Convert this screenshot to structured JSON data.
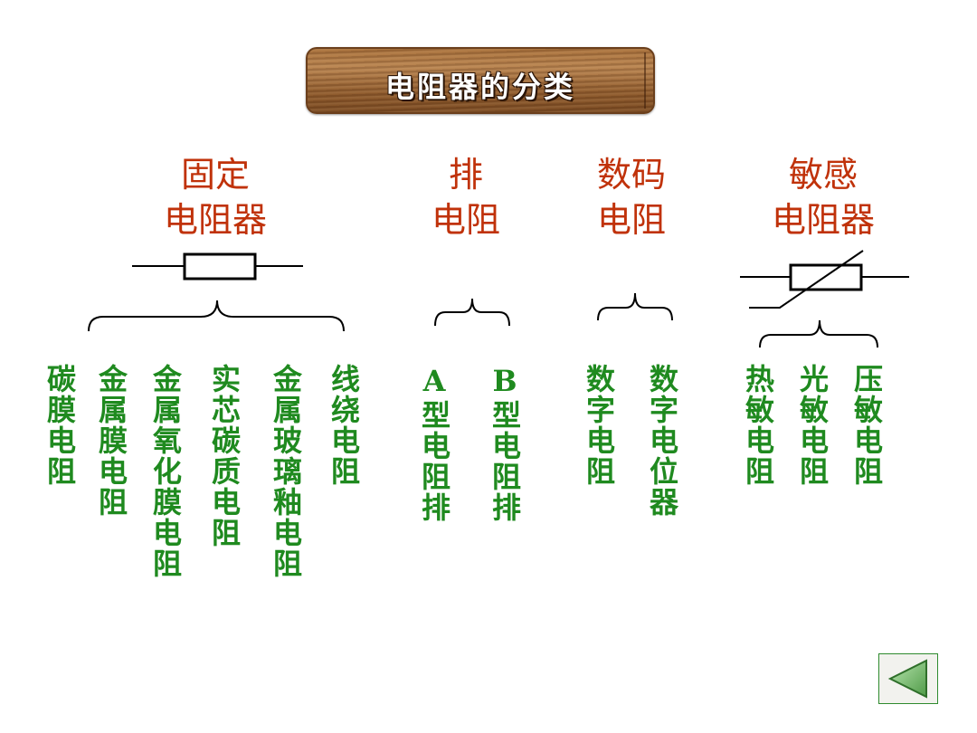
{
  "title": "电阻器的分类",
  "categories": [
    {
      "line1": "固定",
      "line2": "电阻器"
    },
    {
      "line1": "排",
      "line2": "电阻"
    },
    {
      "line1": "数码",
      "line2": "电阻"
    },
    {
      "line1": "敏感",
      "line2": "电阻器"
    }
  ],
  "fixed_types": [
    "碳膜电阻",
    "金属膜电阻",
    "金属氧化膜电阻",
    "实芯碳质电阻",
    "金属玻璃釉电阻",
    "线绕电阻"
  ],
  "network_types": [
    "A型电阻排",
    "B型电阻排"
  ],
  "digital_types": [
    "数字电阻",
    "数字电位器"
  ],
  "sensitive_types": [
    "热敏电阻",
    "光敏电阻",
    "压敏电阻"
  ],
  "nav": {
    "back_icon": "back-arrow-icon"
  }
}
